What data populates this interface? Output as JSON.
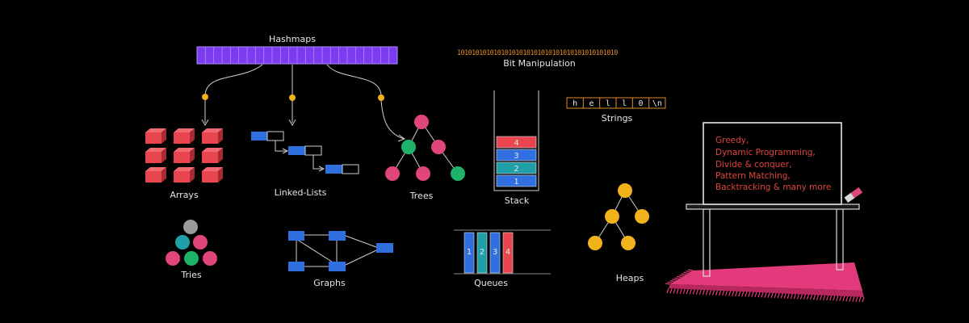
{
  "labels": {
    "hashmaps": "Hashmaps",
    "bit_manipulation": "Bit Manipulation",
    "strings": "Strings",
    "arrays": "Arrays",
    "linked_lists": "Linked-Lists",
    "trees": "Trees",
    "stack": "Stack",
    "tries": "Tries",
    "graphs": "Graphs",
    "queues": "Queues",
    "heaps": "Heaps"
  },
  "bit_pattern": "10101010101010101010101010101010101010101010",
  "string_chars": [
    "h",
    "e",
    "l",
    "l",
    "0",
    "\\n"
  ],
  "stack_values": [
    "4",
    "3",
    "2",
    "1"
  ],
  "queue_values": [
    "1",
    "2",
    "3",
    "4"
  ],
  "board_lines": [
    "Greedy,",
    "Dynamic Programming,",
    "Divide & conquer,",
    "Pattern Matching,",
    "Backtracking & many more"
  ],
  "colors": {
    "hashmap_purple": "#7b3cf0",
    "array_red": "#e8454f",
    "link_blue": "#2f6fe0",
    "tree_pink": "#e0457c",
    "tree_green": "#1fb36a",
    "queue_cyan": "#1fa0a8",
    "heap_yellow": "#f2b21c",
    "node_gray": "#9a9a9a",
    "rug_pink": "#e23a7a",
    "bit_orange": "#e08a2c"
  }
}
